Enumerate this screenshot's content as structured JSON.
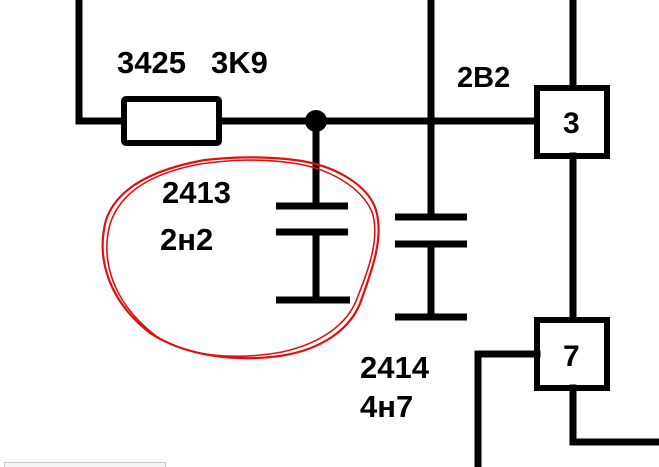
{
  "schematic": {
    "resistor": {
      "ref": "3425",
      "value": "3K9"
    },
    "capacitor_a": {
      "ref": "2413",
      "value": "2н2"
    },
    "capacitor_b": {
      "ref": "2414",
      "value": "4н7"
    },
    "net_label": "2B2",
    "connectors": [
      {
        "label": "3"
      },
      {
        "label": "7"
      }
    ]
  },
  "annotation": {
    "color": "#e01010"
  }
}
